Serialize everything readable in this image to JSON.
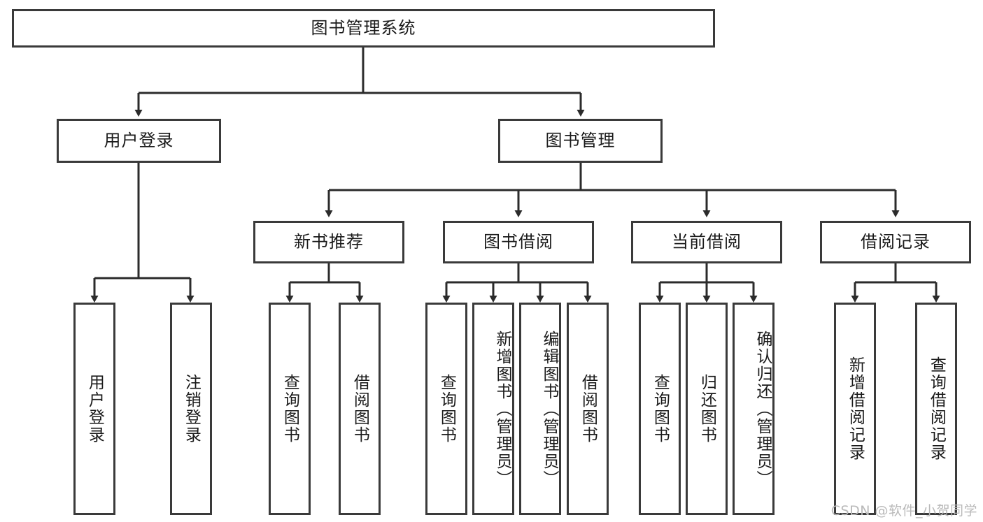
{
  "diagram": {
    "type": "tree-hierarchy",
    "title": "图书管理系统",
    "colors": {
      "box_border": "#3a3a3a",
      "box_fill": "#ffffff",
      "edge": "#2b2b2b",
      "text": "#1a1a1a",
      "watermark": "#b9b9b9",
      "background": "#ffffff"
    },
    "root": {
      "label": "图书管理系统"
    },
    "level2": [
      {
        "label": "用户登录"
      },
      {
        "label": "图书管理"
      }
    ],
    "level3": [
      {
        "label": "新书推荐"
      },
      {
        "label": "图书借阅"
      },
      {
        "label": "当前借阅"
      },
      {
        "label": "借阅记录"
      }
    ],
    "leaves": {
      "user_login": [
        {
          "label": "用户登录"
        },
        {
          "label": "注销登录"
        }
      ],
      "new_book_recommend": [
        {
          "label": "查询图书"
        },
        {
          "label": "借阅图书"
        }
      ],
      "book_borrow": [
        {
          "label": "查询图书"
        },
        {
          "label": "新增图书（管理员）"
        },
        {
          "label": "编辑图书（管理员）"
        },
        {
          "label": "借阅图书"
        }
      ],
      "current_borrow": [
        {
          "label": "查询图书"
        },
        {
          "label": "归还图书"
        },
        {
          "label": "确认归还（管理员）"
        }
      ],
      "borrow_record": [
        {
          "label": "新增借阅记录"
        },
        {
          "label": "查询借阅记录"
        }
      ]
    }
  },
  "watermark": {
    "text": "CSDN @软件_小贺同学"
  }
}
